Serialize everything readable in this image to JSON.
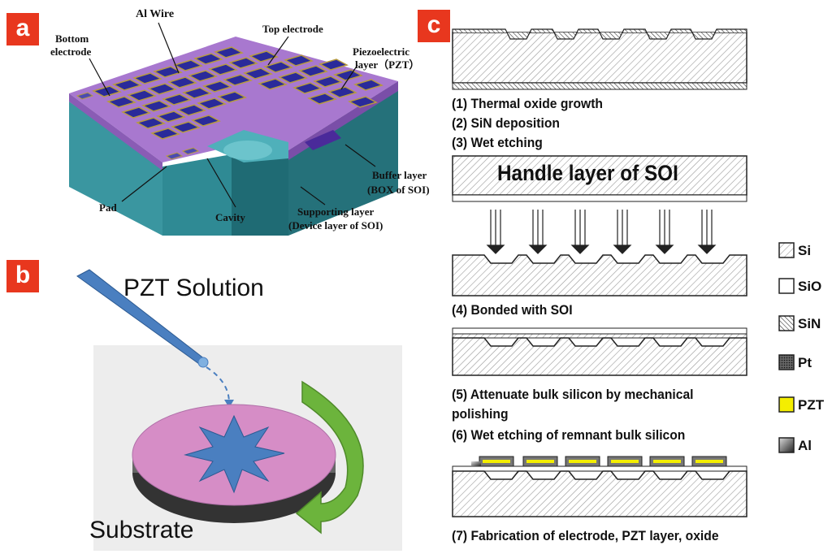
{
  "panels": {
    "a": "a",
    "b": "b",
    "c": "c"
  },
  "panel_a": {
    "labels": {
      "al_wire": "Al Wire",
      "bottom_electrode_1": "Bottom",
      "bottom_electrode_2": "electrode",
      "top_electrode": "Top electrode",
      "piezo_1": "Piezoelectric",
      "piezo_2": "layer（PZT）",
      "buffer_1": "Buffer layer",
      "buffer_2": "(BOX of SOI)",
      "pad": "Pad",
      "cavity": "Cavity",
      "support_1": "Supporting layer",
      "support_2": "(Device layer of SOI)"
    }
  },
  "panel_b": {
    "title": "PZT Solution",
    "substrate": "Substrate"
  },
  "panel_c": {
    "steps": {
      "s1": "(1) Thermal oxide growth",
      "s2": "(2) SiN deposition",
      "s3": "(3) Wet etching",
      "handle": "Handle layer of SOI",
      "s4": "(4) Bonded with SOI",
      "s5a": "(5) Attenuate bulk silicon by mechanical",
      "s5b": "polishing",
      "s6": "(6) Wet etching of remnant bulk silicon",
      "s7": "(7) Fabrication of electrode, PZT layer, oxide"
    },
    "legend": [
      {
        "label": "Si",
        "swatch": "hatch-si"
      },
      {
        "label": "SiO",
        "swatch": "#ffffff"
      },
      {
        "label": "SiN",
        "swatch": "hatch-sin"
      },
      {
        "label": "Pt",
        "swatch": "dots-pt"
      },
      {
        "label": "PZT",
        "swatch": "#f4ee00"
      },
      {
        "label": "Al",
        "swatch": "grad-al"
      }
    ]
  },
  "colors": {
    "tag": "#e8371e",
    "purple": "#a070c8",
    "teal": "#2a7f88",
    "disk": "#d68dc6",
    "star": "#4a7fc0",
    "arrow_green": "#6cb43c"
  }
}
